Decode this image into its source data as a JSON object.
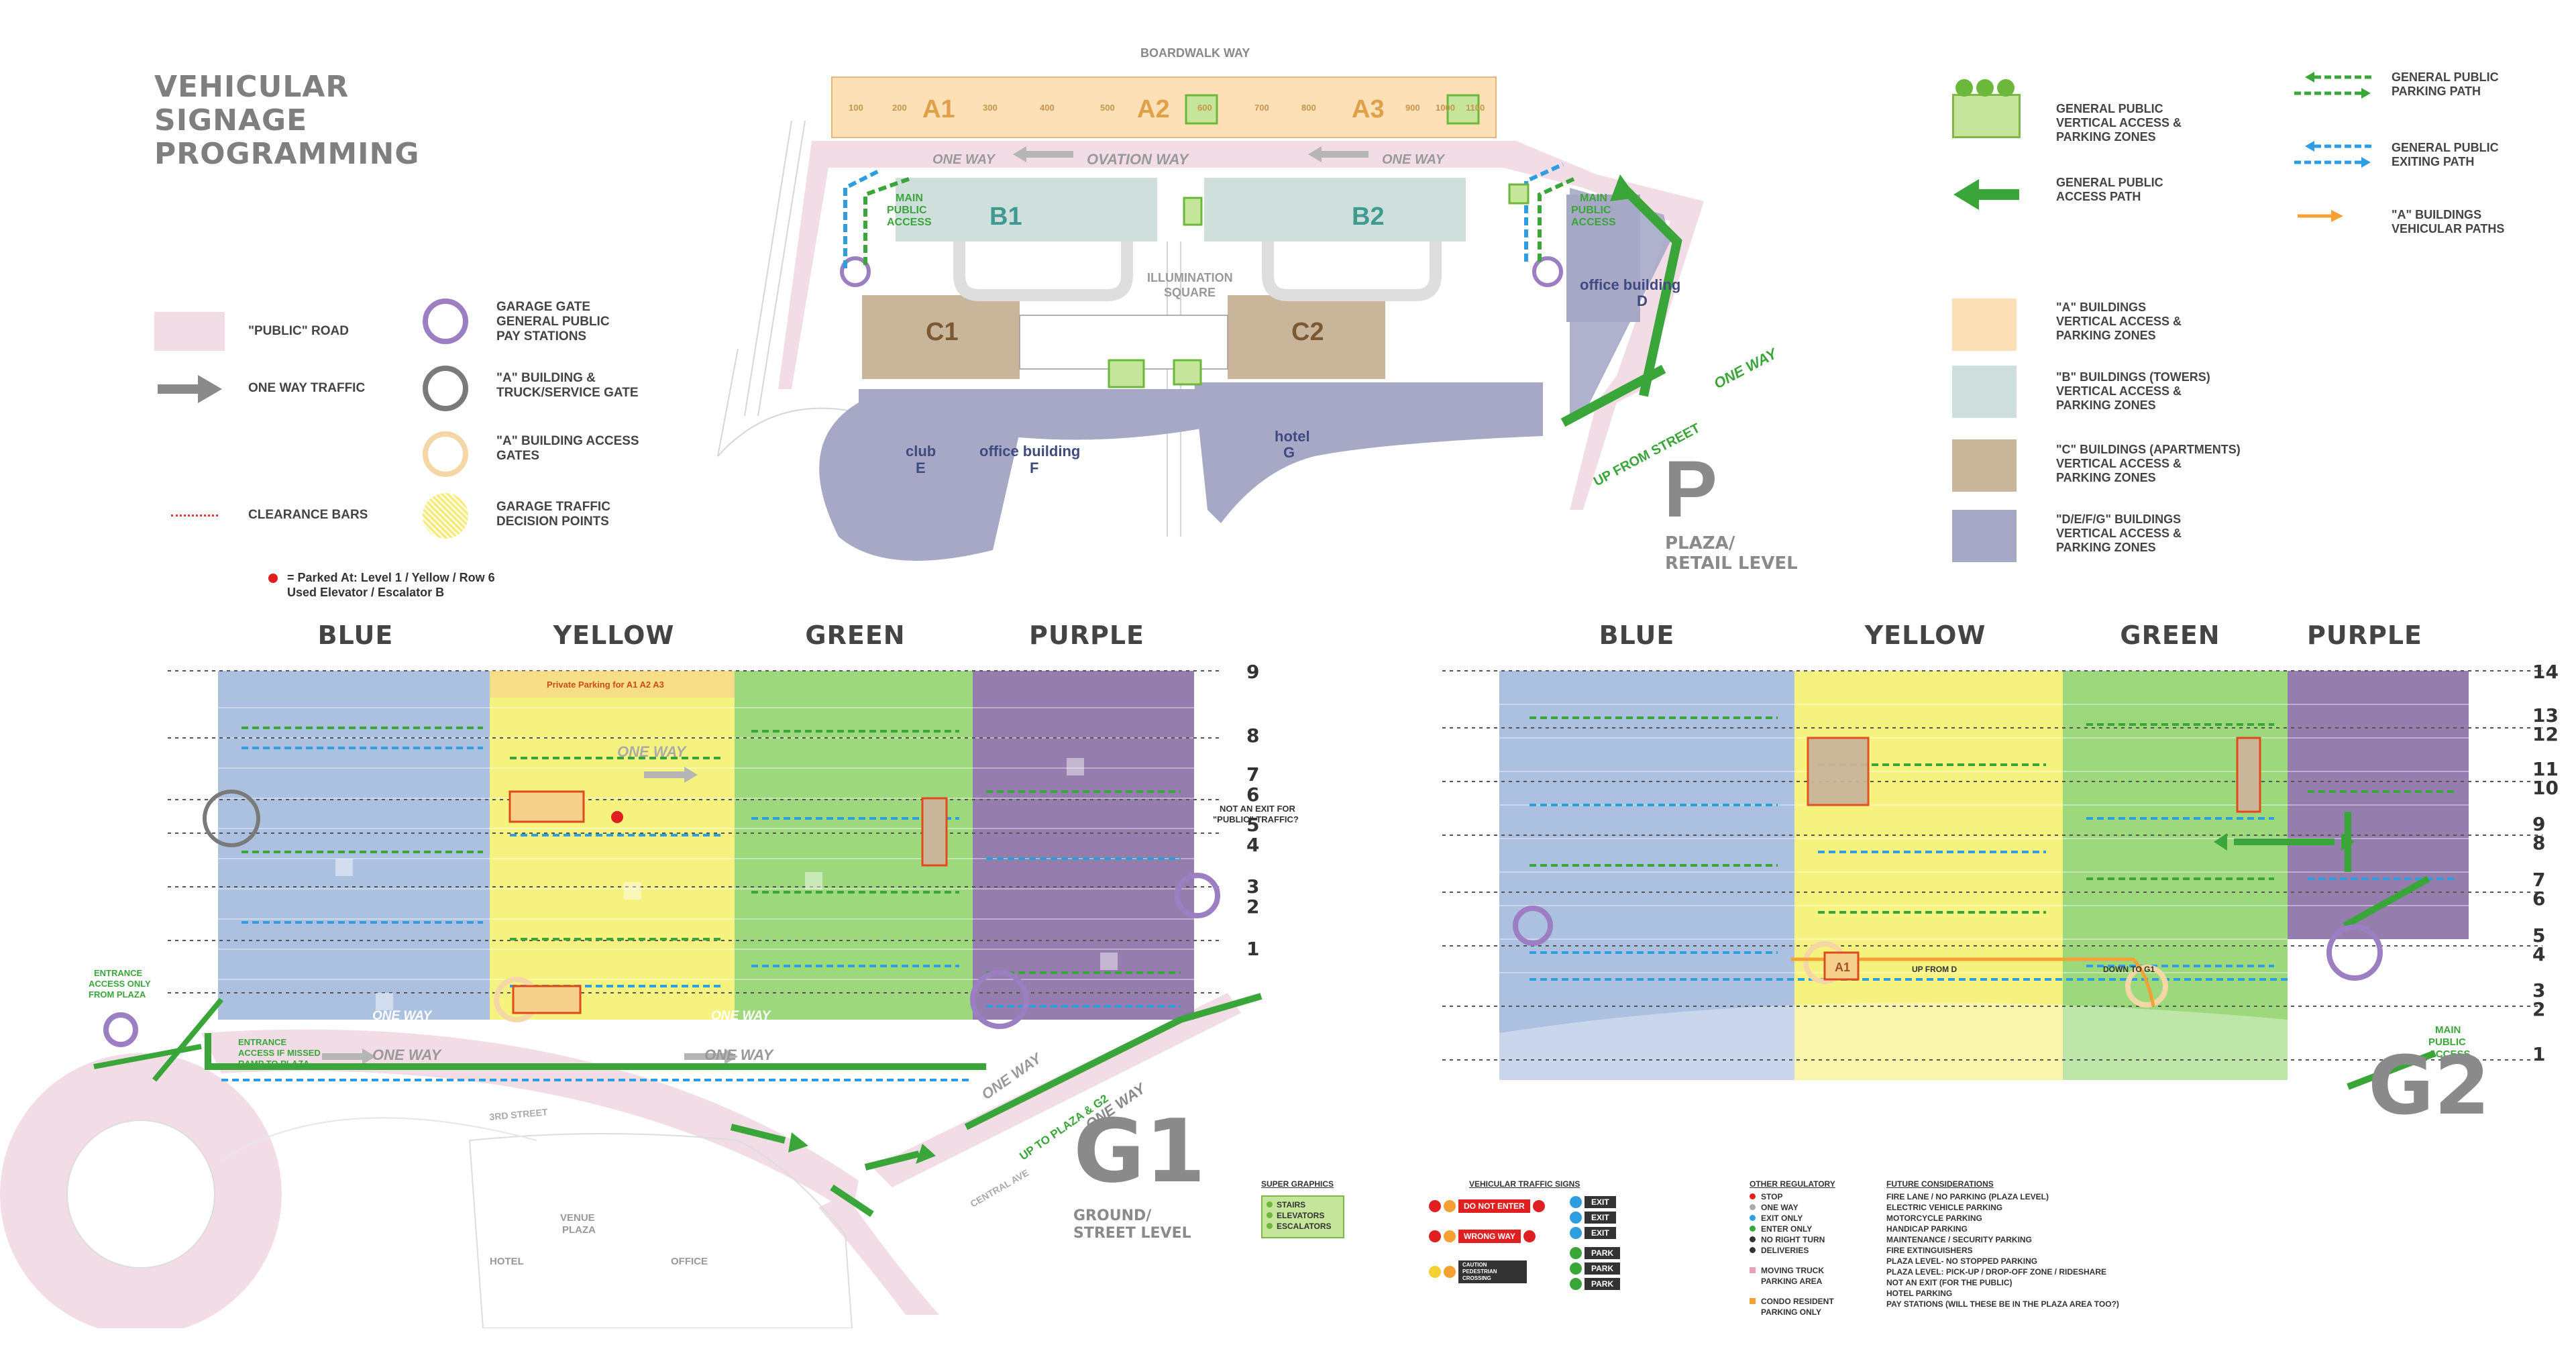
{
  "title_lines": [
    "VEHICULAR",
    "SIGNAGE",
    "PROGRAMMING"
  ],
  "legend_left": [
    {
      "label": "\"PUBLIC\" ROAD",
      "icon": "pink-road-swatch"
    },
    {
      "label": "ONE WAY TRAFFIC",
      "icon": "gray-arrow"
    },
    {
      "label": "CLEARANCE BARS",
      "icon": "red-dotted-line"
    }
  ],
  "legend_mid": [
    {
      "label": "GARAGE GATE GENERAL PUBLIC PAY STATIONS",
      "lines": [
        "GARAGE GATE",
        "GENERAL PUBLIC",
        "PAY STATIONS"
      ],
      "color": "#9b7fc2"
    },
    {
      "label": "\"A\" BUILDING & TRUCK/SERVICE GATE",
      "lines": [
        "\"A\" BUILDING &",
        "TRUCK/SERVICE GATE"
      ],
      "color": "#7a7a7a"
    },
    {
      "label": "\"A\" BUILDING ACCESS GATES",
      "lines": [
        "\"A\" BUILDING ACCESS",
        "GATES"
      ],
      "color": "#f5c58a"
    },
    {
      "label": "GARAGE TRAFFIC DECISION POINTS",
      "lines": [
        "GARAGE TRAFFIC",
        "DECISION POINTS"
      ],
      "color": "#f0e060"
    }
  ],
  "parked_note": {
    "lines": [
      "= Parked At: Level 1 / Yellow / Row 6",
      "Used Elevator / Escalator B"
    ]
  },
  "legend_right_swatches": [
    {
      "lines": [
        "GENERAL PUBLIC",
        "VERTICAL ACCESS &",
        "PARKING ZONES"
      ],
      "color": "#c5e59a"
    },
    {
      "lines": [
        "GENERAL PUBLIC",
        "ACCESS PATH"
      ],
      "color": "#3aa63a"
    },
    {
      "lines": [
        "\"A\" BUILDINGS",
        "VERTICAL ACCESS &",
        "PARKING ZONES"
      ],
      "color": "#fde0b5"
    },
    {
      "lines": [
        "\"B\" BUILDINGS (TOWERS)",
        "VERTICAL ACCESS &",
        "PARKING ZONES"
      ],
      "color": "#cfe0dc"
    },
    {
      "lines": [
        "\"C\" BUILDINGS  (APARTMENTS)",
        "VERTICAL ACCESS &",
        "PARKING ZONES"
      ],
      "color": "#c8b59a"
    },
    {
      "lines": [
        "\"D/E/F/G\" BUILDINGS",
        "VERTICAL ACCESS &",
        "PARKING ZONES"
      ],
      "color": "#a7a8c6"
    }
  ],
  "legend_right_paths": [
    {
      "lines": [
        "GENERAL PUBLIC",
        "PARKING PATH"
      ],
      "color": "#3aa63a"
    },
    {
      "lines": [
        "GENERAL PUBLIC",
        "EXITING PATH"
      ],
      "color": "#2f9ee0"
    },
    {
      "lines": [
        "\"A\" BUILDINGS",
        "VEHICULAR PATHS"
      ],
      "color": "#f5a032"
    }
  ],
  "plaza_map": {
    "street_top": "BOARDWALK WAY",
    "street_mid": "OVATION WAY",
    "square": [
      "ILLUMINATION",
      "SQUARE"
    ],
    "one_way": "ONE WAY",
    "up_from_street": "UP FROM STREET",
    "main_public_access": [
      "MAIN",
      "PUBLIC",
      "ACCESS"
    ],
    "buildings": {
      "a1": "A1",
      "a2": "A2",
      "a3": "A3",
      "b1": "B1",
      "b2": "B2",
      "c1": "C1",
      "c2": "C2",
      "club": [
        "club",
        "E"
      ],
      "office_f": [
        "office building",
        "F"
      ],
      "hotel": [
        "hotel",
        "G"
      ],
      "office_d": [
        "office building",
        "D"
      ]
    },
    "a_numbers": [
      "100",
      "200",
      "300",
      "400",
      "500",
      "600",
      "700",
      "800",
      "900",
      "1000",
      "1100"
    ],
    "level_letter": "P",
    "level_name": [
      "PLAZA/",
      "RETAIL LEVEL"
    ]
  },
  "g1": {
    "columns": [
      {
        "name": "BLUE",
        "color": "#7f9fd0"
      },
      {
        "name": "YELLOW",
        "color": "#f3ee55"
      },
      {
        "name": "GREEN",
        "color": "#7ccc50"
      },
      {
        "name": "PURPLE",
        "color": "#7b5c9a"
      }
    ],
    "rows": [
      "9",
      "8",
      "7",
      "6",
      "5",
      "4",
      "3",
      "2",
      "1"
    ],
    "one_way": "ONE WAY",
    "up_to_plaza": "UP TO PLAZA & G2",
    "not_exit": [
      "NOT AN EXIT FOR",
      "\"PUBLIC\" TRAFFIC?"
    ],
    "entrance_1": [
      "ENTRANCE",
      "ACCESS ONLY",
      "FROM PLAZA"
    ],
    "entrance_2": [
      "ENTRANCE",
      "ACCESS IF MISSED",
      "RAMP TO PLAZA"
    ],
    "private": "Private Parking for A1 A2 A3",
    "streets": [
      "3RD STREET",
      "CENTRAL AVE"
    ],
    "places": [
      "VENUE",
      "PLAZA",
      "HOTEL",
      "OFFICE"
    ],
    "level_letter": "G1",
    "level_name": [
      "GROUND/",
      "STREET LEVEL"
    ]
  },
  "g2": {
    "columns": [
      {
        "name": "BLUE",
        "color": "#7f9fd0"
      },
      {
        "name": "YELLOW",
        "color": "#f3ee55"
      },
      {
        "name": "GREEN",
        "color": "#7ccc50"
      },
      {
        "name": "PURPLE",
        "color": "#7b5c9a"
      }
    ],
    "rows": [
      "14",
      "13",
      "12",
      "11",
      "10",
      "9",
      "8",
      "7",
      "6",
      "5",
      "4",
      "3",
      "2",
      "1"
    ],
    "up_from": "UP FROM D",
    "down_to": "DOWN TO G1",
    "main_public_access": [
      "MAIN",
      "PUBLIC",
      "ACCESS"
    ],
    "level_letter": "G2"
  },
  "super_graphics": {
    "title": "SUPER GRAPHICS",
    "items": [
      "STAIRS",
      "ELEVATORS",
      "ESCALATORS"
    ]
  },
  "traffic_signs": {
    "title": "VEHICULAR TRAFFIC SIGNS",
    "signs": [
      "DO NOT ENTER",
      "WRONG WAY",
      "CAUTION PEDESTRIAN CROSSING"
    ],
    "exit_signs": [
      "EXIT",
      "EXIT",
      "EXIT"
    ],
    "park_signs": [
      "PARK",
      "PARK",
      "PARK"
    ]
  },
  "other_regulatory": {
    "title": "OTHER REGULATORY",
    "items": [
      "STOP",
      "ONE WAY",
      "EXIT ONLY",
      "ENTER ONLY",
      "NO RIGHT TURN",
      "DELIVERIES"
    ],
    "moving": [
      "MOVING TRUCK",
      "PARKING AREA"
    ],
    "condo": [
      "CONDO RESIDENT",
      "PARKING ONLY"
    ]
  },
  "future": {
    "title": "FUTURE CONSIDERATIONS",
    "items": [
      "FIRE LANE / NO PARKING (PLAZA LEVEL)",
      "ELECTRIC VEHICLE PARKING",
      "MOTORCYCLE PARKING",
      "HANDICAP PARKING",
      "MAINTENANCE / SECURITY PARKING",
      "FIRE EXTINGUISHERS",
      "PLAZA LEVEL- NO STOPPED PARKING",
      "PLAZA LEVEL: PICK-UP / DROP-OFF ZONE / RIDESHARE",
      "NOT AN EXIT (FOR THE PUBLIC)",
      "HOTEL PARKING",
      "PAY STATIONS (WILL THESE BE IN THE PLAZA AREA TOO?)"
    ]
  }
}
